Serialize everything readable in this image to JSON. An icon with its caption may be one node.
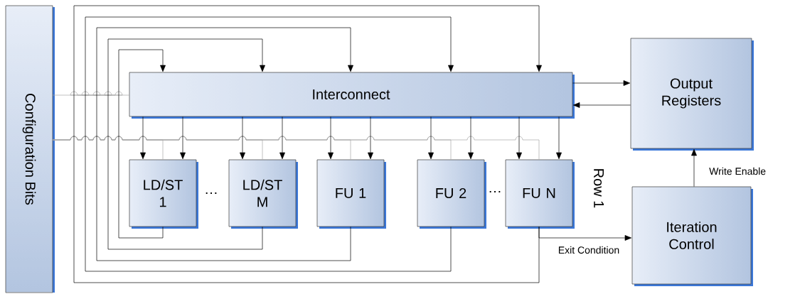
{
  "diagram": {
    "nodes": [
      {
        "text": [
          "Configuration Bits"
        ]
      },
      {
        "text": [
          "Interconnect"
        ]
      },
      {
        "text": [
          "LD/ST 1"
        ]
      },
      {
        "text": [
          "LD/ST M"
        ]
      },
      {
        "text": [
          "FU 1"
        ]
      },
      {
        "text": [
          "FU 2"
        ]
      },
      {
        "text": [
          "FU N"
        ]
      },
      {
        "text": [
          "Output Registers"
        ]
      },
      {
        "text": [
          "Iteration Control"
        ]
      }
    ],
    "edges": [
      {
        "from": 0,
        "to": 1,
        "arrow": "none",
        "color": "#a6a6a6"
      },
      {
        "from": 0,
        "to": 2,
        "arrow": "none",
        "color": "#a6a6a6"
      },
      {
        "from": 0,
        "to": 3,
        "arrow": "none",
        "color": "#a6a6a6"
      },
      {
        "from": 0,
        "to": 4,
        "arrow": "none",
        "color": "#a6a6a6"
      },
      {
        "from": 0,
        "to": 5,
        "arrow": "none",
        "color": "#a6a6a6"
      },
      {
        "from": 0,
        "to": 6,
        "arrow": "none",
        "color": "#a6a6a6"
      },
      {
        "from": 1,
        "to": 2,
        "arrow": "to"
      },
      {
        "from": 1,
        "to": 2,
        "arrow": "to"
      },
      {
        "from": 1,
        "to": 3,
        "arrow": "to"
      },
      {
        "from": 1,
        "to": 3,
        "arrow": "to"
      },
      {
        "from": 1,
        "to": 4,
        "arrow": "to"
      },
      {
        "from": 1,
        "to": 4,
        "arrow": "to"
      },
      {
        "from": 1,
        "to": 5,
        "arrow": "to"
      },
      {
        "from": 1,
        "to": 5,
        "arrow": "to"
      },
      {
        "from": 1,
        "to": 6,
        "arrow": "to"
      },
      {
        "from": 1,
        "to": 6,
        "arrow": "to"
      },
      {
        "from": 2,
        "to": 1,
        "arrow": "to"
      },
      {
        "from": 3,
        "to": 1,
        "arrow": "to"
      },
      {
        "from": 4,
        "to": 1,
        "arrow": "to"
      },
      {
        "from": 5,
        "to": 1,
        "arrow": "to"
      },
      {
        "from": 6,
        "to": 1,
        "arrow": "to"
      },
      {
        "from": 1,
        "to": 7,
        "arrow": "to"
      },
      {
        "from": 7,
        "to": 1,
        "arrow": "to"
      },
      {
        "from": 6,
        "to": 8,
        "arrow": "to",
        "label": "Exit Condition"
      },
      {
        "from": 8,
        "to": 7,
        "arrow": "to",
        "label": "Write Enable"
      }
    ],
    "labels": [
      "…",
      "…",
      "Row 1"
    ]
  }
}
